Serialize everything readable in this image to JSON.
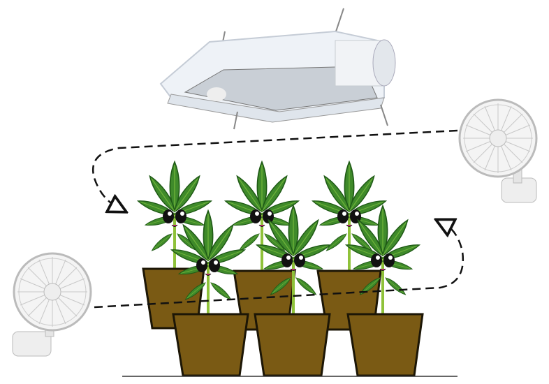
{
  "scene": {
    "colors": {
      "background": "#ffffff",
      "leaf": "#3f8a2a",
      "leaf_dark": "#1f5a16",
      "stem": "#8fc23a",
      "pot_fill": "#7a5a14",
      "pot_stroke": "#1c1606",
      "airflow": "#111111",
      "hood": "#e9eef4",
      "fan": "#f2f2f2"
    },
    "plants": [
      {
        "row": "back",
        "label": "plant-back-left"
      },
      {
        "row": "back",
        "label": "plant-back-center"
      },
      {
        "row": "back",
        "label": "plant-back-right"
      },
      {
        "row": "front",
        "label": "plant-front-left"
      },
      {
        "row": "front",
        "label": "plant-front-center"
      },
      {
        "row": "front",
        "label": "plant-front-right"
      }
    ]
  }
}
